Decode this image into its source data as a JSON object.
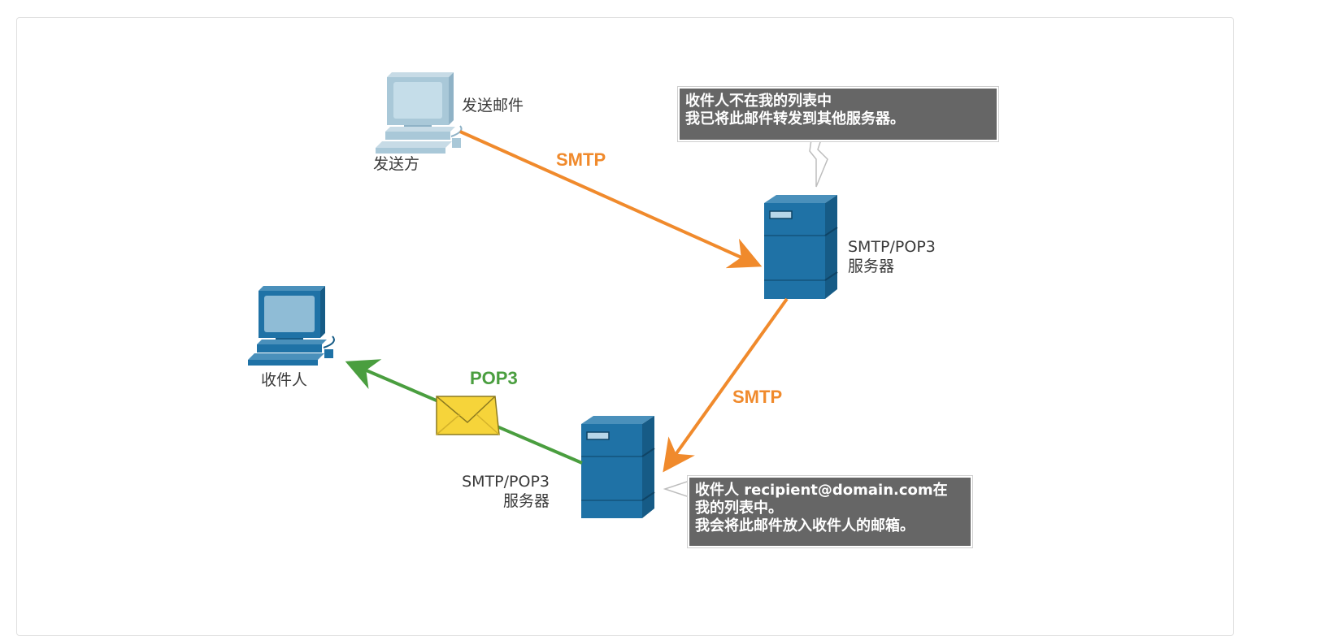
{
  "sender": {
    "action_label": "发送邮件",
    "name_label": "发送方"
  },
  "receiver": {
    "name_label": "收件人"
  },
  "server_top": {
    "line1": "SMTP/POP3",
    "line2": "服务器"
  },
  "server_bottom": {
    "line1": "SMTP/POP3",
    "line2": "服务器"
  },
  "protocols": {
    "smtp_top": "SMTP",
    "smtp_right": "SMTP",
    "pop3": "POP3"
  },
  "callout_top": {
    "line1": "收件人不在我的列表中",
    "line2": "我已将此邮件转发到其他服务器。"
  },
  "callout_bottom": {
    "line1": "收件人 recipient@domain.com在",
    "line2": "我的列表中。",
    "line3": "我会将此邮件放入收件人的邮箱。"
  },
  "colors": {
    "smtp": "#f08a2c",
    "pop3": "#4a9e3f",
    "server": "#1f72a6",
    "callout_bg": "#666666"
  },
  "icons": [
    "computer-icon",
    "server-icon",
    "envelope-icon"
  ]
}
